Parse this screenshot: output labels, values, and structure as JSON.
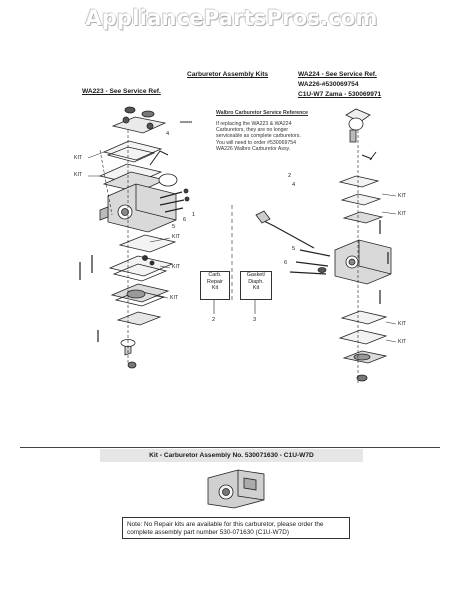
{
  "watermark": "AppliancePartsPros.com",
  "header": {
    "kits_title": "Carburetor Assembly Kits",
    "wa223_ref": "WA223 - See Service Ref.",
    "wa224_ref": "WA224 - See Service Ref.",
    "wa226": "WA226-#530069754",
    "c1u": "C1U-W7 Zama - 530069971"
  },
  "service_ref": {
    "title": "Walbro Carburetor Service Reference",
    "stars": "******",
    "lines": [
      "If replacing the WA223 & WA224",
      "Carburetors, they are no longer",
      "serviceable as complete carburetors.",
      "You will need to order #530069754",
      "WA226 Walbro Carburetor Assy."
    ]
  },
  "legend": {
    "box1_lines": [
      "Carb.",
      "Repair",
      "Kit"
    ],
    "box1_number": "2",
    "box2_lines": [
      "Gasket/",
      "Diaph.",
      "Kit"
    ],
    "box2_number": "3"
  },
  "kit_label": "KIT",
  "callouts": {
    "left_4": "4",
    "left_1": "1",
    "left_6": "6",
    "left_5": "5",
    "right_2": "2",
    "right_4": "4",
    "right_5": "5",
    "right_6": "6"
  },
  "kit_banner": "Kit - Carburetor Assembly No. 530071630 - C1U-W7D",
  "bottom_note": {
    "line1": "Note: No Repair kits are available for this carburetor, please order the",
    "line2": "complete assembly part number 530-071630 (C1U-W7D)"
  }
}
